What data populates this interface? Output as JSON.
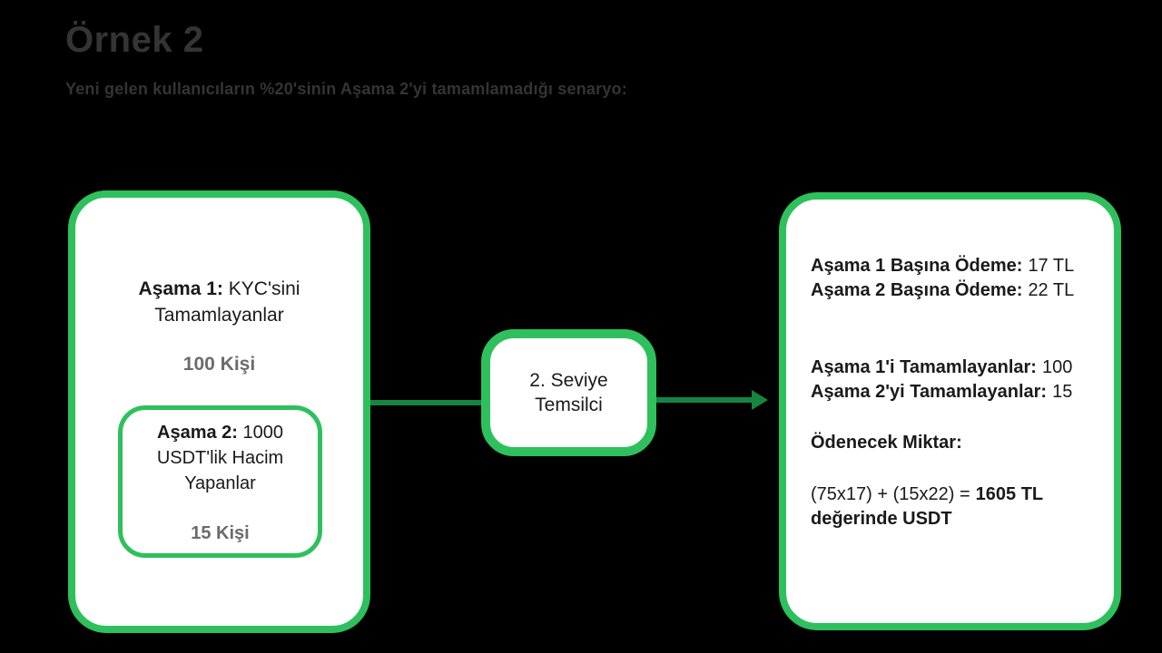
{
  "page": {
    "title": "Örnek 2",
    "subtitle": "Yeni gelen kullanıcıların %20'sinin Aşama 2'yi tamamlamadığı senaryo:"
  },
  "left_box": {
    "stage1_label": "Aşama 1:",
    "stage1_text": "KYC'sini Tamamlayanlar",
    "stage1_count": "100 Kişi",
    "stage2_label": "Aşama 2:",
    "stage2_text": "1000 USDT'lik Hacim Yapanlar",
    "stage2_count": "15 Kişi"
  },
  "middle_box": {
    "label": "2. Seviye Temsilci"
  },
  "right_box": {
    "payment_lines": [
      {
        "label": "Aşama 1 Başına Ödeme:",
        "value": "17 TL"
      },
      {
        "label": "Aşama 2 Başına Ödeme:",
        "value": "22 TL"
      }
    ],
    "completion_lines": [
      {
        "label": "Aşama 1'i Tamamlayanlar:",
        "value": "100"
      },
      {
        "label": "Aşama 2'yi Tamamlayanlar:",
        "value": "15"
      }
    ],
    "amount_heading": "Ödenecek Miktar:",
    "formula": "(75x17) + (15x22) =",
    "result": "1605 TL",
    "result_line2": "değerinde USDT"
  },
  "colors": {
    "background": "#000000",
    "card_border_green": "#2EC05C",
    "connector_green": "#178540",
    "heading_gray": "#343434",
    "text_dark": "#1A1A1A",
    "count_gray": "#6B6B6B"
  }
}
